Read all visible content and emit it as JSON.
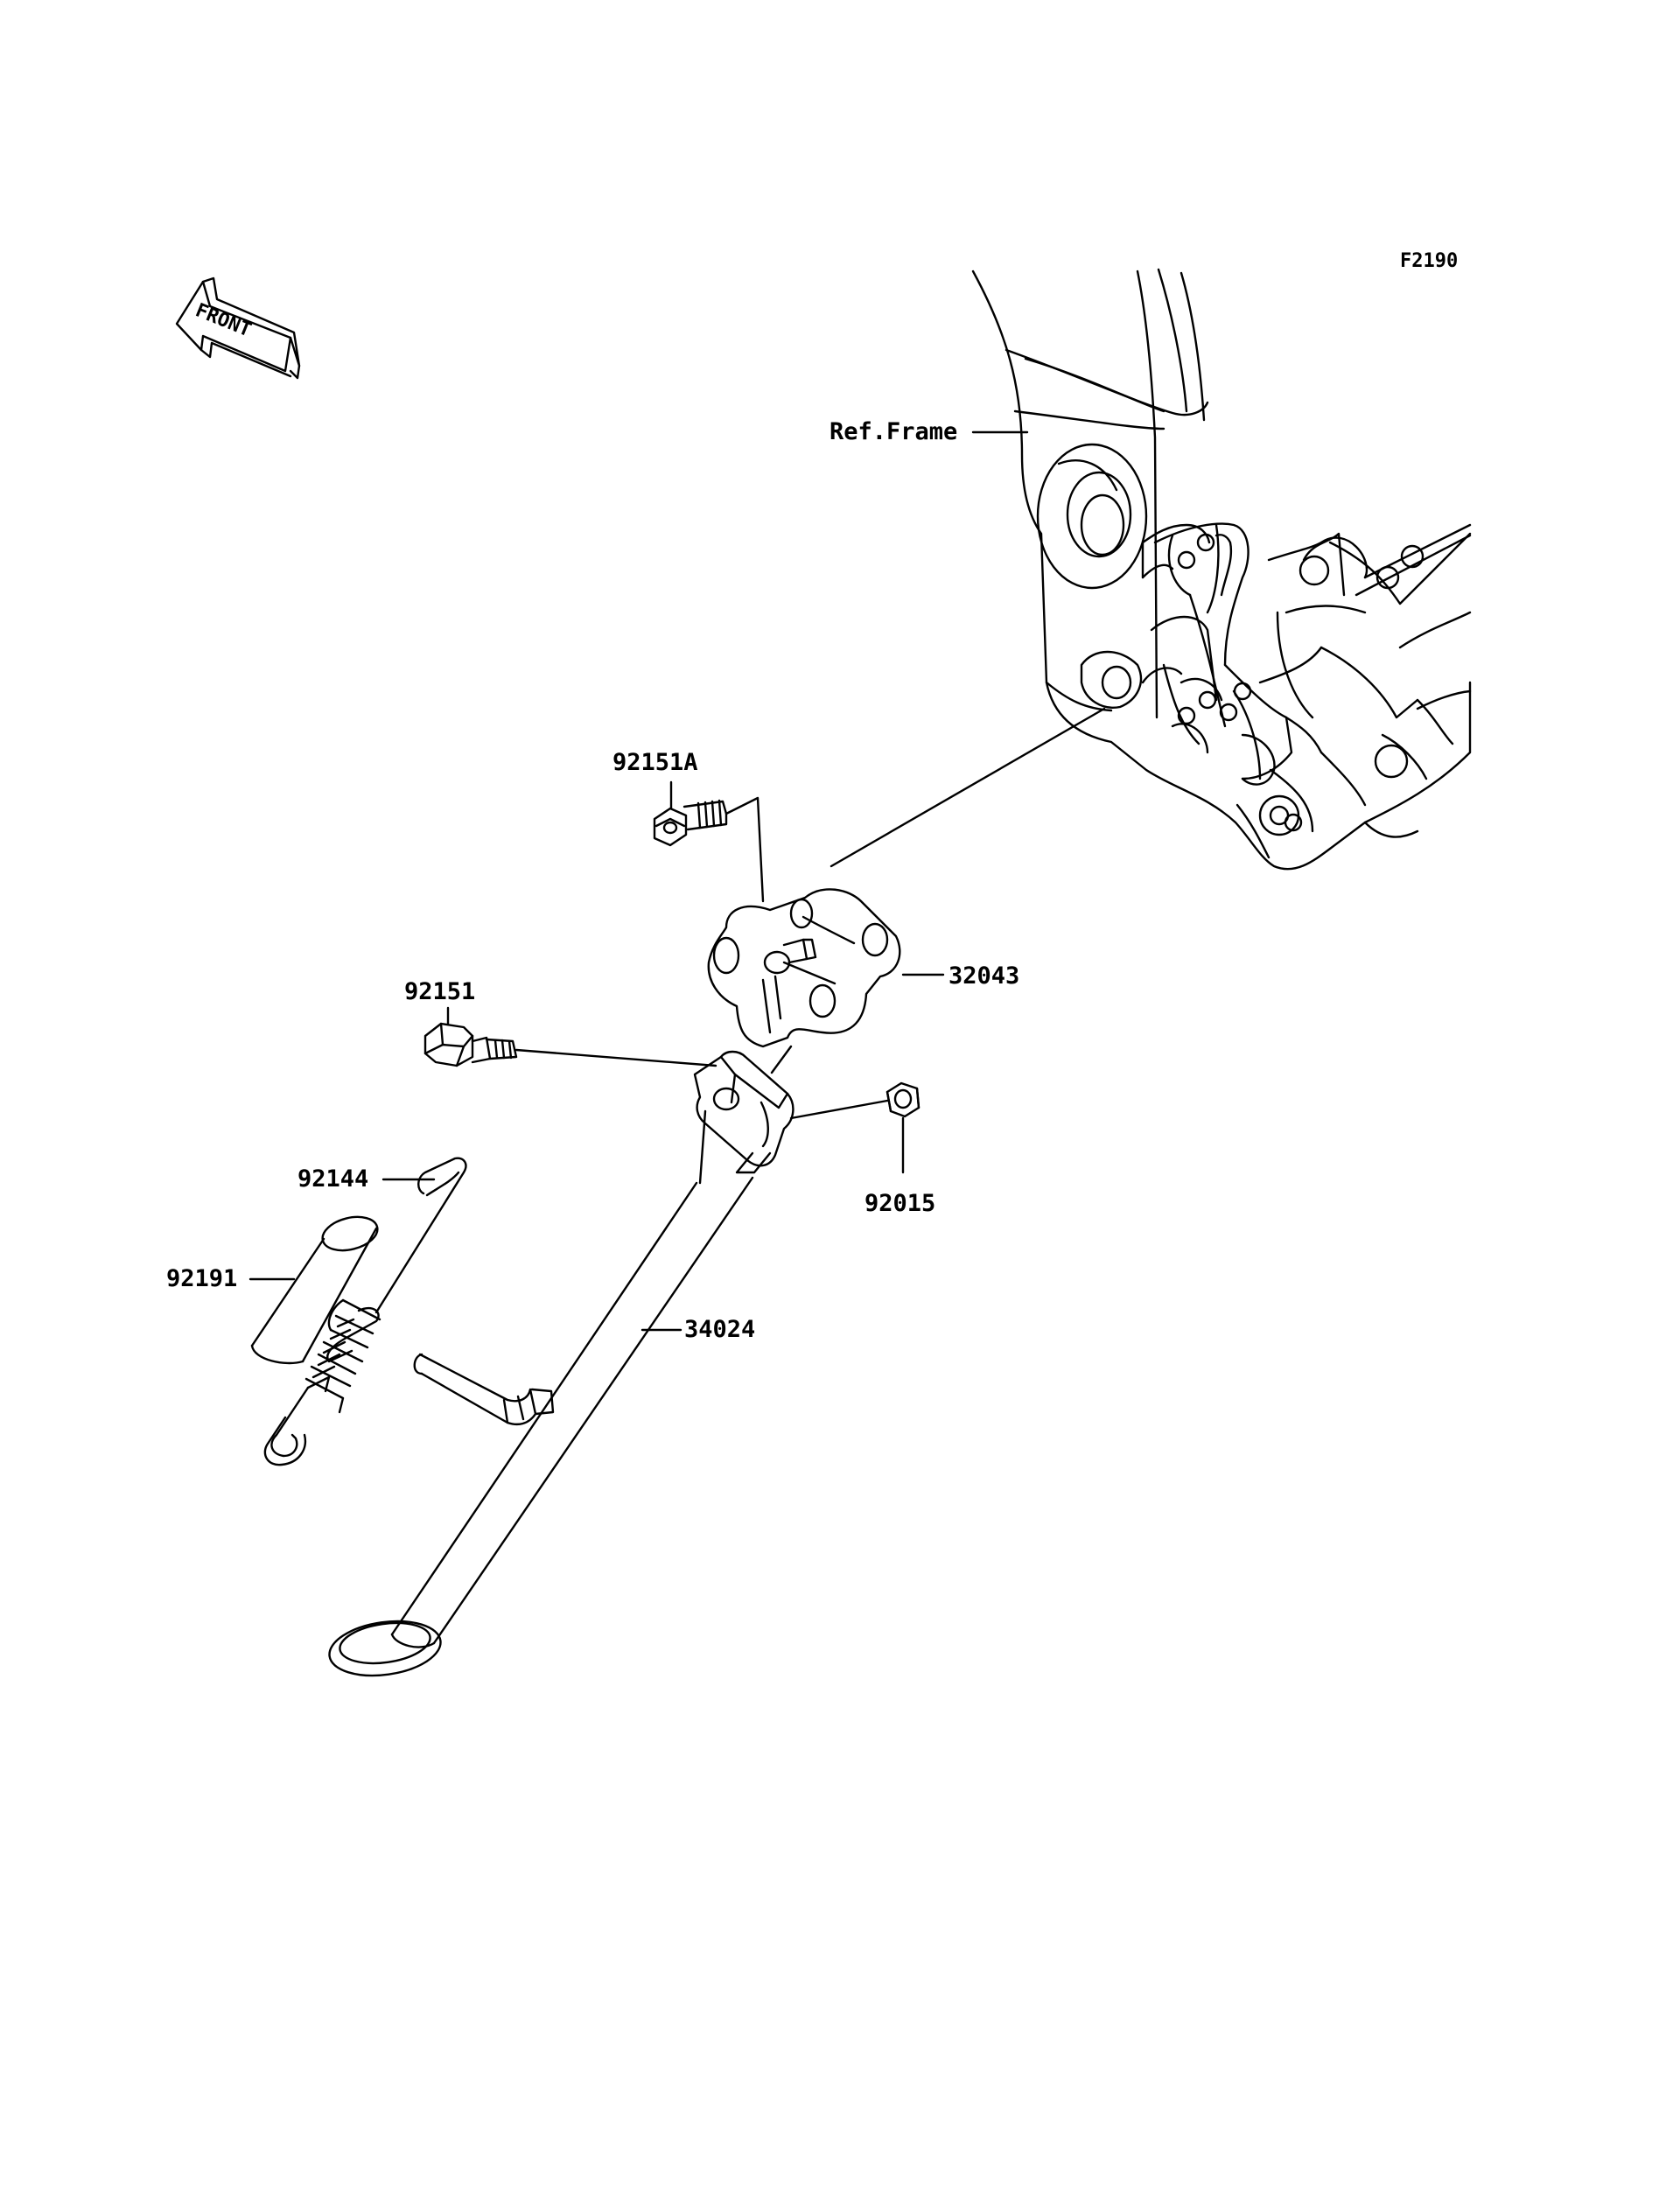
{
  "diagram": {
    "code": "F2190",
    "front_label": "FRONT",
    "reference_label": "Ref.Frame",
    "parts": [
      {
        "id": "92151A",
        "label": "92151A",
        "name": "Bolt (flanged)"
      },
      {
        "id": "32043",
        "label": "32043",
        "name": "Bracket"
      },
      {
        "id": "92151",
        "label": "92151",
        "name": "Bolt"
      },
      {
        "id": "92015",
        "label": "92015",
        "name": "Nut"
      },
      {
        "id": "92144",
        "label": "92144",
        "name": "Spring"
      },
      {
        "id": "92191",
        "label": "92191",
        "name": "Tube"
      },
      {
        "id": "34024",
        "label": "34024",
        "name": "Side Stand"
      }
    ]
  },
  "colors": {
    "ink": "#000000",
    "background": "#ffffff"
  }
}
